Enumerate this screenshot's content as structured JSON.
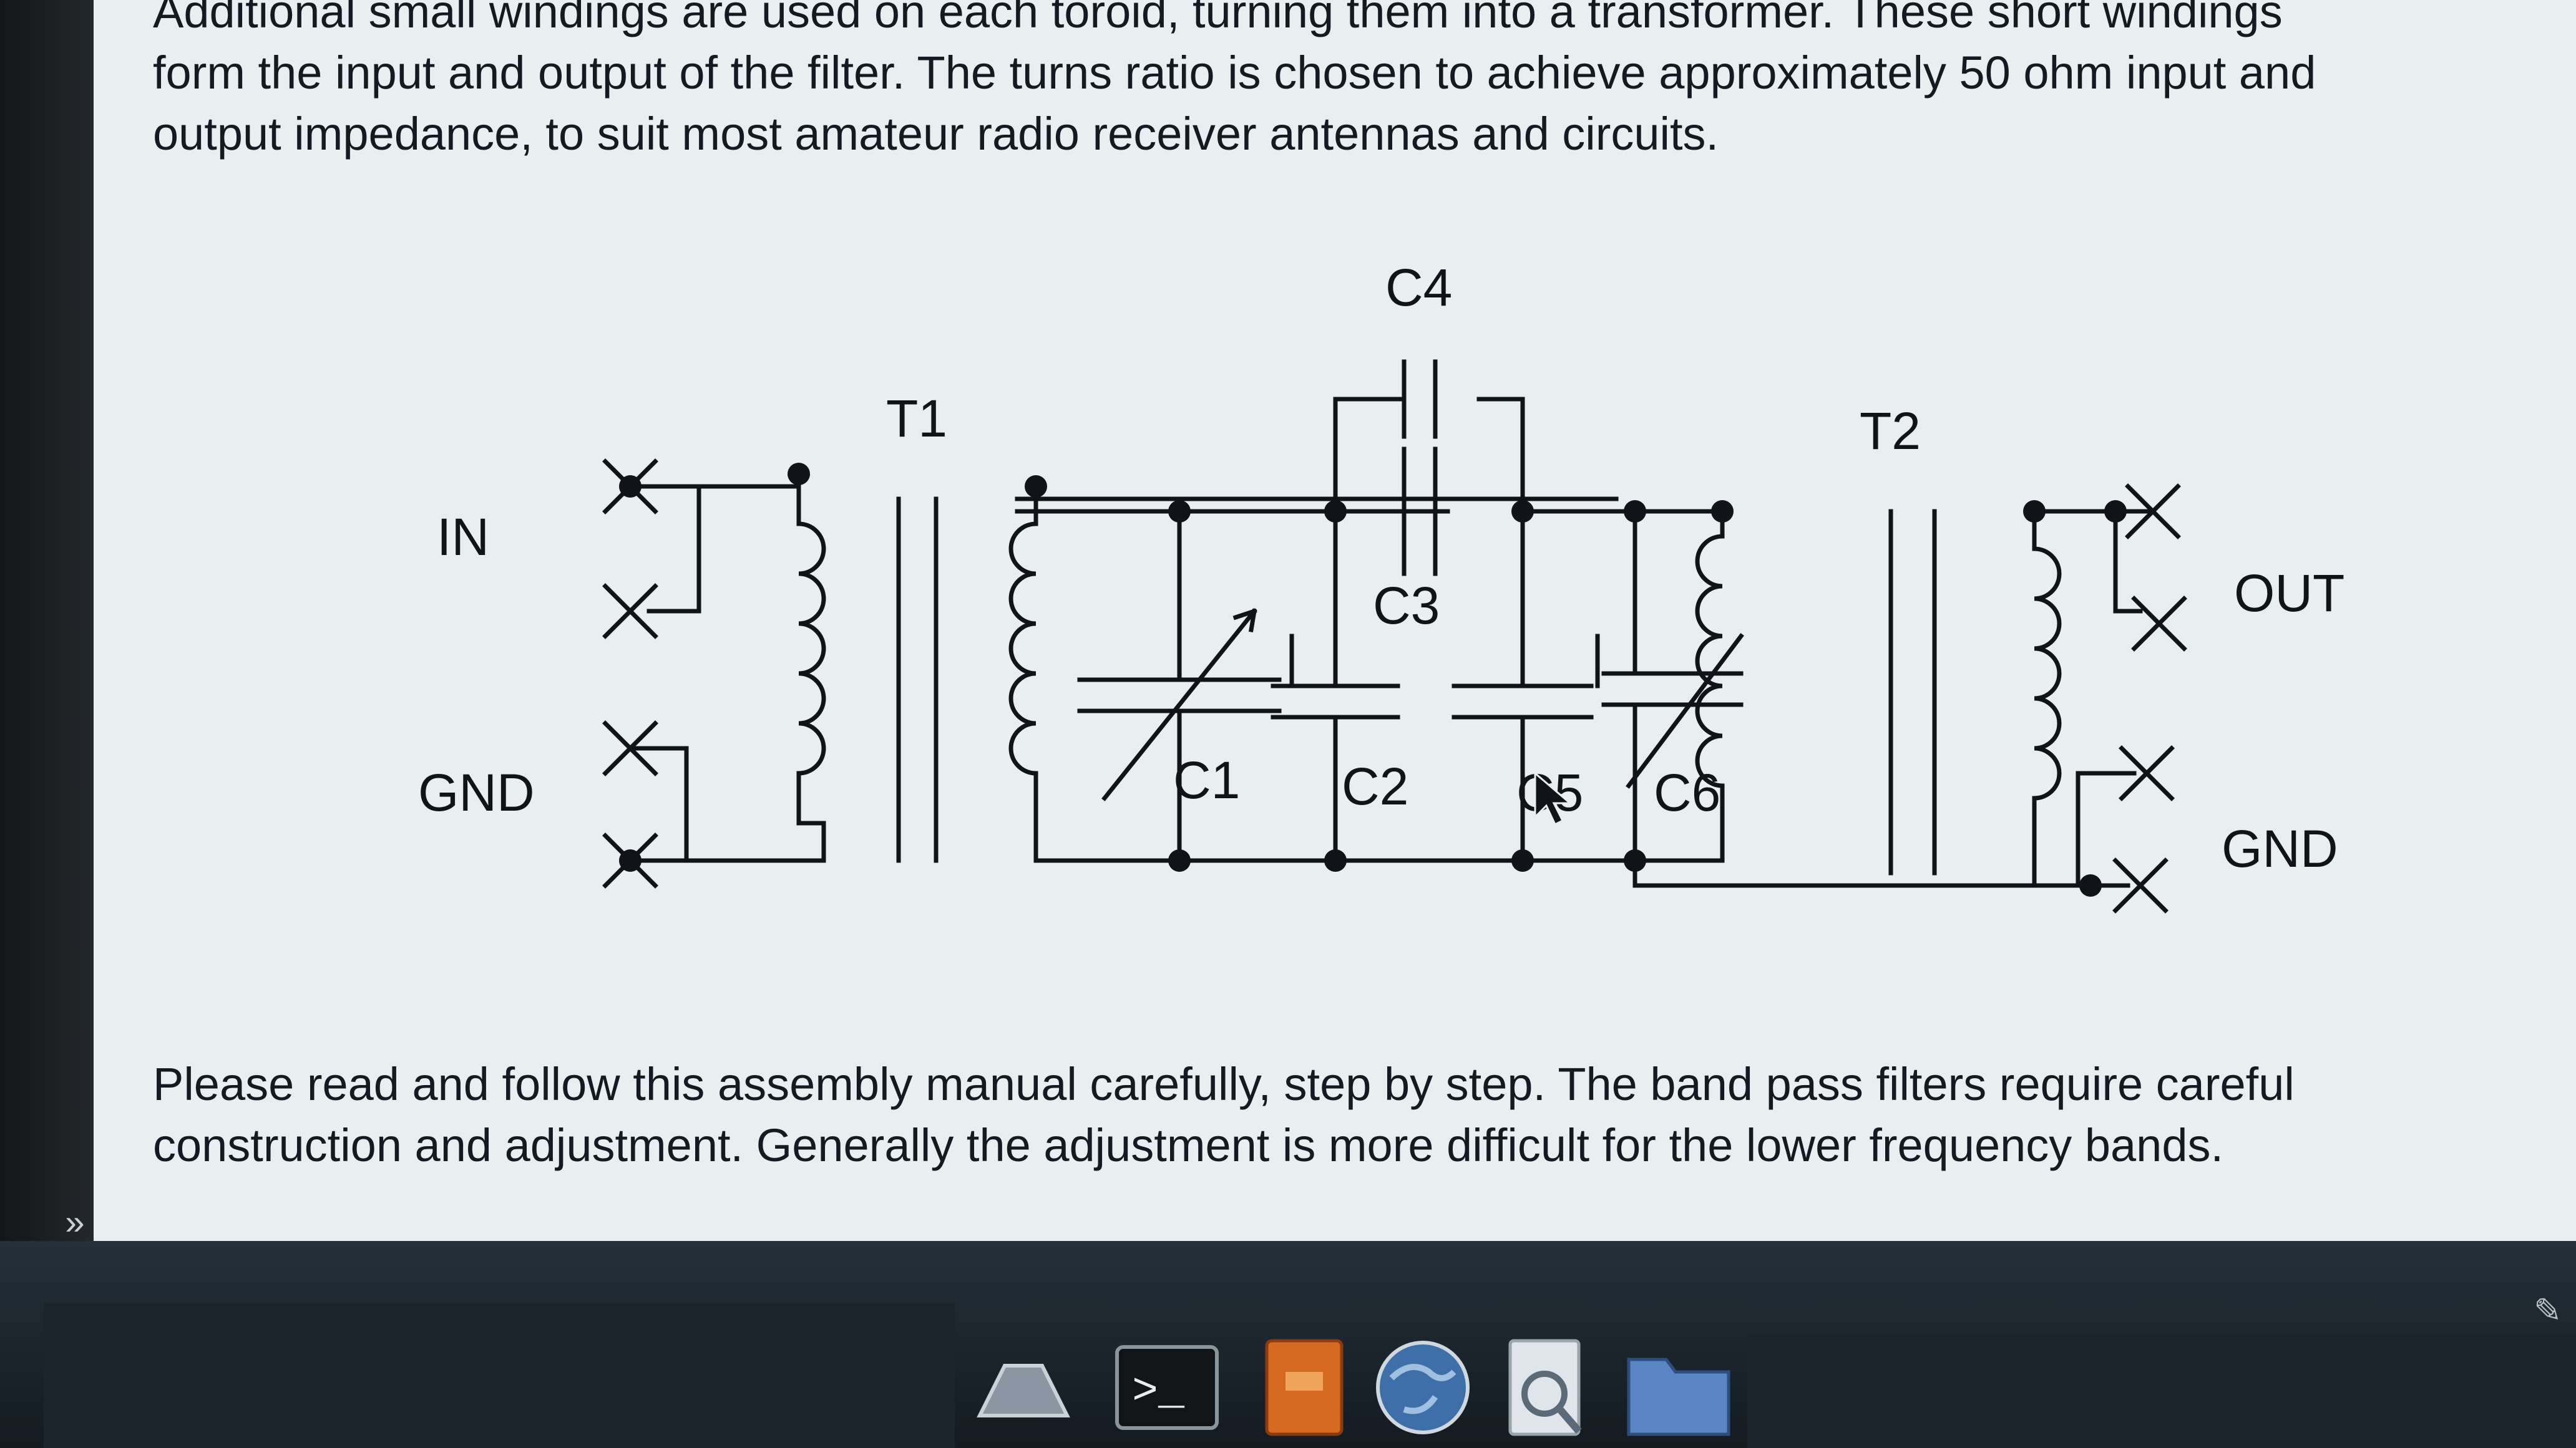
{
  "document": {
    "paragraph_top": [
      "Additional small windings are used on each toroid, turning them into a transformer. These short windings",
      "form the input and output of the filter. The turns ratio is chosen to achieve approximately 50 ohm input and",
      "output impedance, to suit most amateur radio receiver antennas and circuits."
    ],
    "paragraph_bottom": [
      "Please read and follow this assembly manual carefully, step by step. The band pass filters require careful",
      "construction and adjustment. Generally the adjustment is more difficult for the lower frequency bands."
    ]
  },
  "schematic": {
    "label_in": "IN",
    "label_gnd_left": "GND",
    "label_out": "OUT",
    "label_gnd_right": "GND",
    "transformers": [
      "T1",
      "T2"
    ],
    "capacitors": [
      "C1",
      "C2",
      "C3",
      "C4",
      "C5",
      "C6"
    ]
  },
  "side_expander": {
    "glyph": "»"
  },
  "taskbar": {
    "icons": [
      "show-desktop-icon",
      "terminal-icon",
      "archive-manager-icon",
      "web-browser-icon",
      "search-icon",
      "file-manager-icon"
    ],
    "terminal_prompt": ">_"
  },
  "settings": {
    "glyph": "✎"
  },
  "colors": {
    "page_background": "#e9eef0",
    "text": "#141a22",
    "taskbar": "#1c252c",
    "folder_blue": "#5a86c6"
  }
}
